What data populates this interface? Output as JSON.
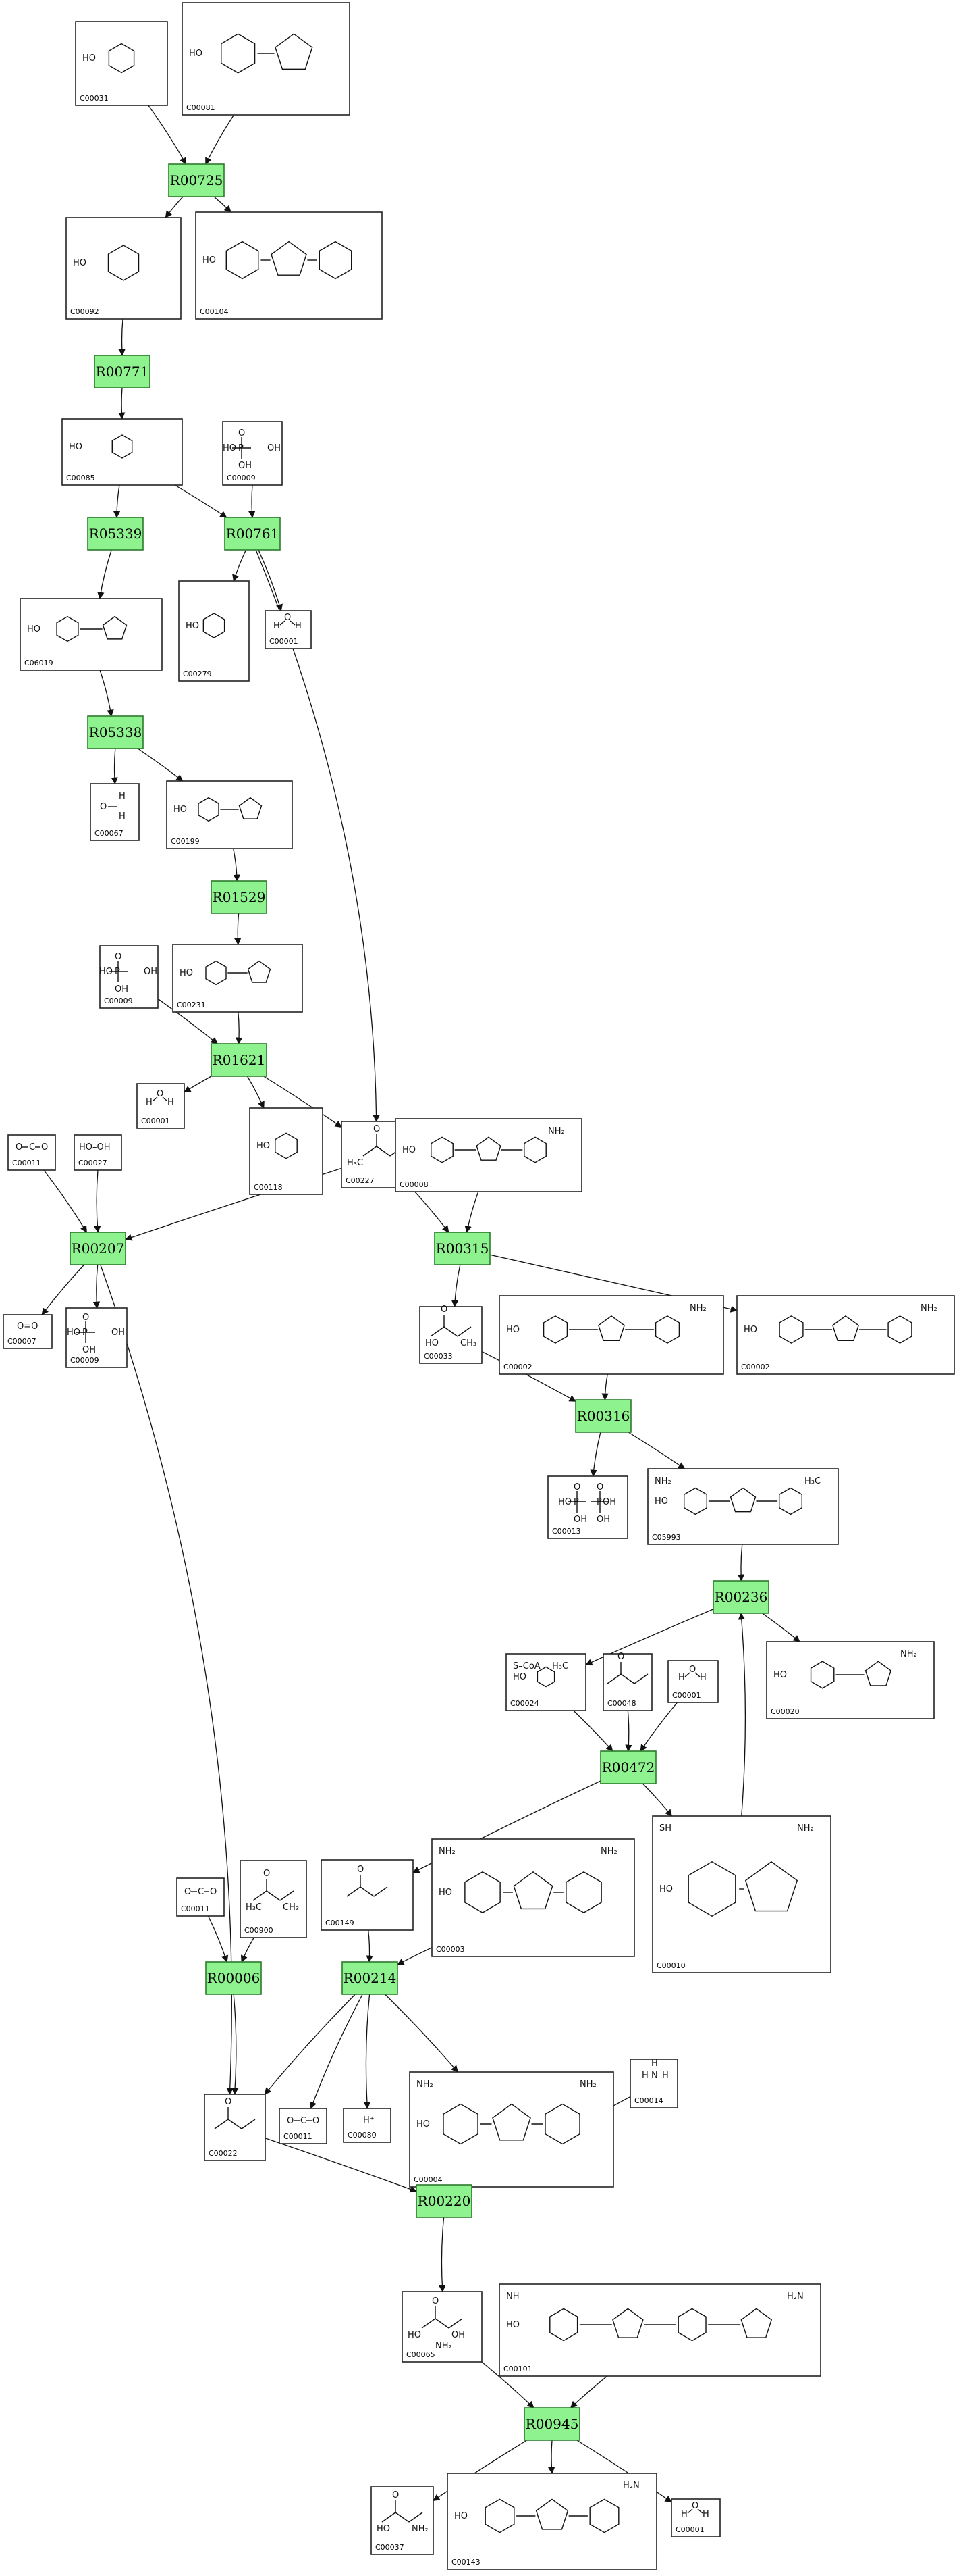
{
  "reactions": [
    {
      "id": "R00725",
      "label": "R00725"
    },
    {
      "id": "R00771",
      "label": "R00771"
    },
    {
      "id": "R05339",
      "label": "R05339"
    },
    {
      "id": "R00761",
      "label": "R00761"
    },
    {
      "id": "R05338",
      "label": "R05338"
    },
    {
      "id": "R01529",
      "label": "R01529"
    },
    {
      "id": "R01621",
      "label": "R01621"
    },
    {
      "id": "R00207",
      "label": "R00207"
    },
    {
      "id": "R00315",
      "label": "R00315"
    },
    {
      "id": "R00316",
      "label": "R00316"
    },
    {
      "id": "R00236",
      "label": "R00236"
    },
    {
      "id": "R00472",
      "label": "R00472"
    },
    {
      "id": "R00006",
      "label": "R00006"
    },
    {
      "id": "R00214",
      "label": "R00214"
    },
    {
      "id": "R00220",
      "label": "R00220"
    },
    {
      "id": "R00945",
      "label": "R00945"
    }
  ],
  "compounds": [
    {
      "id": "c1",
      "label": "C00031",
      "art": "sugar"
    },
    {
      "id": "c2",
      "label": "C00081",
      "art": "nucleotide_tri"
    },
    {
      "id": "c3",
      "label": "C00092",
      "art": "sugar_phosphate"
    },
    {
      "id": "c4",
      "label": "C00104",
      "art": "nucleotide_di"
    },
    {
      "id": "c5",
      "label": "C00085",
      "art": "furanose_phosphate"
    },
    {
      "id": "c6",
      "label": "C00009",
      "art": "phosphate"
    },
    {
      "id": "c7",
      "label": "C06019",
      "art": "chain_phosphate"
    },
    {
      "id": "c8",
      "label": "C00279",
      "art": "aldehyde_phosphate"
    },
    {
      "id": "c9",
      "label": "C00001",
      "art": "water",
      "atoms": [
        "H",
        "O",
        "H"
      ]
    },
    {
      "id": "c10",
      "label": "C00067",
      "art": "formaldehyde",
      "atoms": [
        "O",
        "H",
        "H"
      ]
    },
    {
      "id": "c11",
      "label": "C00199",
      "art": "chain_phosphate"
    },
    {
      "id": "c12",
      "label": "C00231",
      "art": "chain_phosphate"
    },
    {
      "id": "c13",
      "label": "C00009",
      "art": "phosphate"
    },
    {
      "id": "c14",
      "label": "C00001",
      "art": "water",
      "atoms": [
        "H",
        "O",
        "H"
      ]
    },
    {
      "id": "c15",
      "label": "C00118",
      "art": "aldehyde_phosphate"
    },
    {
      "id": "c16",
      "label": "C00227",
      "art": "acetyl_phosphate",
      "atoms": [
        "H₃C"
      ]
    },
    {
      "id": "c17",
      "label": "C00011",
      "art": "co2",
      "atoms": [
        "O",
        "C",
        "O"
      ]
    },
    {
      "id": "c18",
      "label": "C00027",
      "art": "peroxide",
      "atoms": [
        "HO–OH"
      ]
    },
    {
      "id": "c19",
      "label": "C00008",
      "art": "nucleotide_di_amine",
      "atoms": [
        "NH₂"
      ]
    },
    {
      "id": "c20",
      "label": "C00007",
      "art": "dioxygen",
      "atoms": [
        "O=O"
      ]
    },
    {
      "id": "c21",
      "label": "C00009",
      "art": "phosphate"
    },
    {
      "id": "c22",
      "label": "C00033",
      "art": "acetate",
      "atoms": [
        "HO",
        "CH₃"
      ]
    },
    {
      "id": "c23",
      "label": "C00002",
      "art": "nucleotide_tri_amine",
      "atoms": [
        "NH₂"
      ]
    },
    {
      "id": "c24",
      "label": "C00002",
      "art": "nucleotide_tri_amine",
      "atoms": [
        "NH₂"
      ]
    },
    {
      "id": "c25",
      "label": "C00013",
      "art": "pyrophosphate"
    },
    {
      "id": "c26",
      "label": "C05993",
      "art": "acetyl_nucleotide",
      "atoms": [
        "H₃C",
        "NH₂"
      ]
    },
    {
      "id": "c27",
      "label": "C00024",
      "art": "acetyl_coa",
      "atoms": [
        "H₃C",
        "S–CoA"
      ]
    },
    {
      "id": "c28",
      "label": "C00048",
      "art": "glyoxylate"
    },
    {
      "id": "c29",
      "label": "C00001",
      "art": "water",
      "atoms": [
        "H",
        "O",
        "H"
      ]
    },
    {
      "id": "c30",
      "label": "C00020",
      "art": "nucleotide_mono_amine",
      "atoms": [
        "NH₂"
      ]
    },
    {
      "id": "c31",
      "label": "C00149",
      "art": "hydroxy_acid"
    },
    {
      "id": "c32",
      "label": "C00003",
      "art": "nad",
      "atoms": [
        "NH₂",
        "NH₂"
      ]
    },
    {
      "id": "c33",
      "label": "C00010",
      "art": "coenzyme_a",
      "atoms": [
        "NH₂",
        "SH"
      ]
    },
    {
      "id": "c34",
      "label": "C00011",
      "art": "co2",
      "atoms": [
        "O",
        "C",
        "O"
      ]
    },
    {
      "id": "c35",
      "label": "C00900",
      "art": "keto_acid",
      "atoms": [
        "H₃C",
        "CH₃"
      ]
    },
    {
      "id": "c36",
      "label": "C00022",
      "art": "pyruvate"
    },
    {
      "id": "c37",
      "label": "C00011",
      "art": "co2",
      "atoms": [
        "O",
        "C",
        "O"
      ]
    },
    {
      "id": "c38",
      "label": "C00080",
      "art": "proton",
      "atoms": [
        "H⁺"
      ]
    },
    {
      "id": "c39",
      "label": "C00004",
      "art": "nadh",
      "atoms": [
        "NH₂",
        "NH₂"
      ]
    },
    {
      "id": "c40",
      "label": "C00014",
      "art": "ammonia",
      "atoms": [
        "H",
        "N",
        "H",
        "H"
      ]
    },
    {
      "id": "c41",
      "label": "C00065",
      "art": "serine",
      "atoms": [
        "HO",
        "OH",
        "NH₂"
      ]
    },
    {
      "id": "c42",
      "label": "C00101",
      "art": "folate",
      "atoms": [
        "H₂N",
        "NH"
      ]
    },
    {
      "id": "c43",
      "label": "C00037",
      "art": "glycine",
      "atoms": [
        "HO",
        "NH₂"
      ]
    },
    {
      "id": "c44",
      "label": "C00143",
      "art": "methylene_folate",
      "atoms": [
        "H₂N"
      ]
    },
    {
      "id": "c45",
      "label": "C00001",
      "art": "water",
      "atoms": [
        "H",
        "O",
        "H"
      ]
    }
  ],
  "edges": [
    [
      "c1",
      "R00725"
    ],
    [
      "c2",
      "R00725"
    ],
    [
      "R00725",
      "c3"
    ],
    [
      "R00725",
      "c4"
    ],
    [
      "c3",
      "R00771"
    ],
    [
      "R00771",
      "c5"
    ],
    [
      "c5",
      "R05339"
    ],
    [
      "c5",
      "R00761"
    ],
    [
      "c6",
      "R00761"
    ],
    [
      "R00761",
      "c8"
    ],
    [
      "R00761",
      "c9"
    ],
    [
      "R00761",
      "c16"
    ],
    [
      "R05339",
      "c7"
    ],
    [
      "c7",
      "R05338"
    ],
    [
      "R05338",
      "c10"
    ],
    [
      "R05338",
      "c11"
    ],
    [
      "c11",
      "R01529"
    ],
    [
      "R01529",
      "c12"
    ],
    [
      "c13",
      "R01621"
    ],
    [
      "c12",
      "R01621"
    ],
    [
      "R01621",
      "c14"
    ],
    [
      "R01621",
      "c15"
    ],
    [
      "R01621",
      "c16"
    ],
    [
      "c17",
      "R00207"
    ],
    [
      "c18",
      "R00207"
    ],
    [
      "c16",
      "R00207"
    ],
    [
      "R00207",
      "c20"
    ],
    [
      "R00207",
      "c21"
    ],
    [
      "R00207",
      "c36"
    ],
    [
      "c16",
      "R00315"
    ],
    [
      "c19",
      "R00315"
    ],
    [
      "R00315",
      "c22"
    ],
    [
      "R00315",
      "c24"
    ],
    [
      "c22",
      "R00316"
    ],
    [
      "c23",
      "R00316"
    ],
    [
      "R00316",
      "c25"
    ],
    [
      "R00316",
      "c26"
    ],
    [
      "c26",
      "R00236"
    ],
    [
      "c33",
      "R00236"
    ],
    [
      "R00236",
      "c27"
    ],
    [
      "R00236",
      "c30"
    ],
    [
      "c27",
      "R00472"
    ],
    [
      "c28",
      "R00472"
    ],
    [
      "c29",
      "R00472"
    ],
    [
      "R00472",
      "c31"
    ],
    [
      "R00472",
      "c33"
    ],
    [
      "c34",
      "R00006"
    ],
    [
      "c35",
      "R00006"
    ],
    [
      "R00006",
      "c36"
    ],
    [
      "c31",
      "R00214"
    ],
    [
      "c32",
      "R00214"
    ],
    [
      "R00214",
      "c36"
    ],
    [
      "R00214",
      "c37"
    ],
    [
      "R00214",
      "c38"
    ],
    [
      "R00214",
      "c39"
    ],
    [
      "c36",
      "R00220"
    ],
    [
      "c40",
      "R00220"
    ],
    [
      "R00220",
      "c41"
    ],
    [
      "c41",
      "R00945"
    ],
    [
      "c42",
      "R00945"
    ],
    [
      "R00945",
      "c43"
    ],
    [
      "R00945",
      "c44"
    ],
    [
      "R00945",
      "c45"
    ]
  ]
}
